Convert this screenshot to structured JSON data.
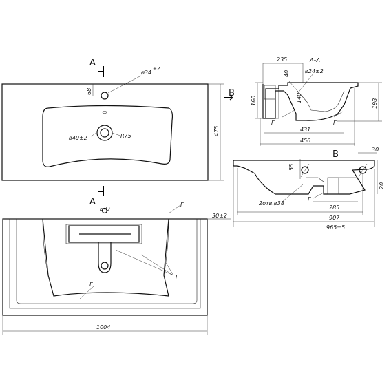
{
  "labels": {
    "section_a": "A",
    "section_aa": "A–A",
    "view_b_arrow": "B",
    "view_b": "B",
    "d34": "ø34",
    "d34_tol": "+2",
    "d49": "ø49±2",
    "r75": "R75",
    "d24": "ø24±2",
    "h68": "68",
    "w475": "475",
    "w235": "235",
    "h40": "40",
    "h140": "140",
    "h160": "160",
    "h198": "198",
    "w431": "431",
    "w456": "456",
    "w30": "30",
    "h55": "55",
    "h20": "20",
    "holes": "2отв.ø38",
    "w285": "285",
    "w907": "907",
    "w965": "965±5",
    "w1004": "1004",
    "h30": "30±2",
    "b_o": "Б-О",
    "g": "Г"
  }
}
